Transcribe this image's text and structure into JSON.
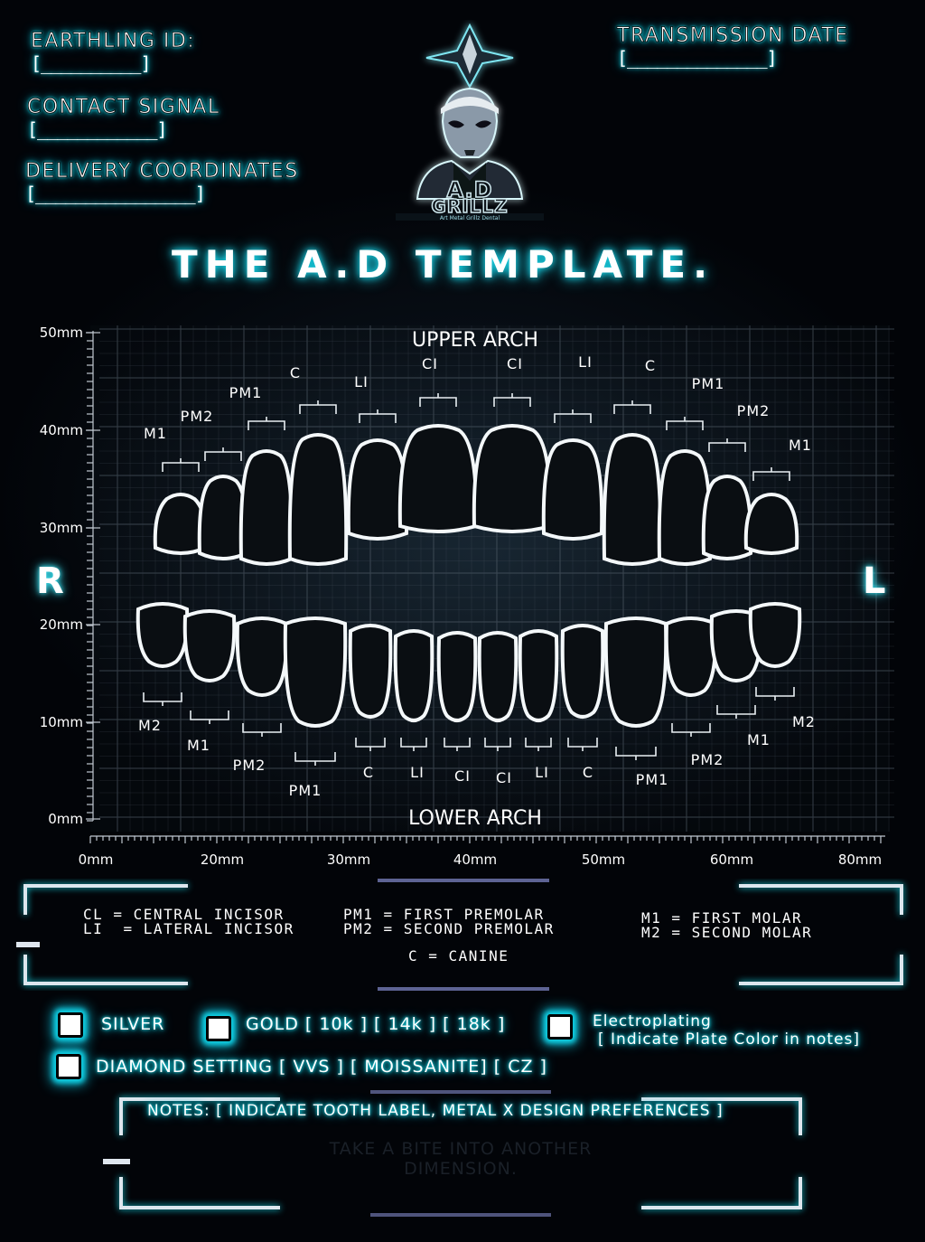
{
  "header": {
    "earthling_id_label": "EARTHLING ID:",
    "earthling_id_field": "[__________]",
    "contact_signal_label": "CONTACT SIGNAL",
    "contact_signal_field": "[____________]",
    "delivery_coordinates_label": "DELIVERY COORDINATES",
    "delivery_coordinates_field": "[________________]",
    "transmission_date_label": "TRANSMISSION DATE",
    "transmission_date_field": "[______________]"
  },
  "logo": {
    "brand": "A.D GRILLZ",
    "tagline": "Art Metal Grillz Dental"
  },
  "title": "THE A.D TEMPLATE.",
  "chart": {
    "upper_arch_label": "UPPER ARCH",
    "lower_arch_label": "LOWER ARCH",
    "side_right": "R",
    "side_left": "L",
    "y_ticks": [
      "50mm",
      "40mm",
      "30mm",
      "20mm",
      "10mm",
      "0mm"
    ],
    "x_ticks": [
      "0mm",
      "20mm",
      "30mm",
      "40mm",
      "50mm",
      "60mm",
      "80mm"
    ],
    "upper_labels": [
      "M1",
      "PM2",
      "PM1",
      "C",
      "LI",
      "CI",
      "CI",
      "LI",
      "C",
      "PM1",
      "PM2",
      "M1"
    ],
    "lower_labels": [
      "M2",
      "M1",
      "PM2",
      "PM1",
      "C",
      "LI",
      "CI",
      "CI",
      "LI",
      "C",
      "PM1",
      "PM2",
      "M1",
      "M2"
    ]
  },
  "legend": {
    "col1": "CL = CENTRAL INCISOR\nLI  = LATERAL INCISOR",
    "col2": "PM1 = FIRST PREMOLAR\nPM2 = SECOND PREMOLAR",
    "col3": "M1 = FIRST MOLAR\nM2 = SECOND MOLAR",
    "canine": "C = CANINE"
  },
  "options": {
    "silver": "SILVER",
    "gold": "GOLD [ 10k ] [ 14k ] [ 18k ]",
    "electroplating": "Electroplating",
    "electroplating_note": "[ Indicate Plate Color in notes]",
    "diamond": "DIAMOND SETTING [ VVS ] [ MOISSANITE] [ CZ ]"
  },
  "notes": {
    "label": "NOTES: [ INDICATE TOOTH LABEL, METAL X DESIGN PREFERENCES ]",
    "tagline": "TAKE A BITE INTO ANOTHER DIMENSION."
  },
  "colors": {
    "accent": "#16d8e8",
    "background": "#03070c"
  }
}
